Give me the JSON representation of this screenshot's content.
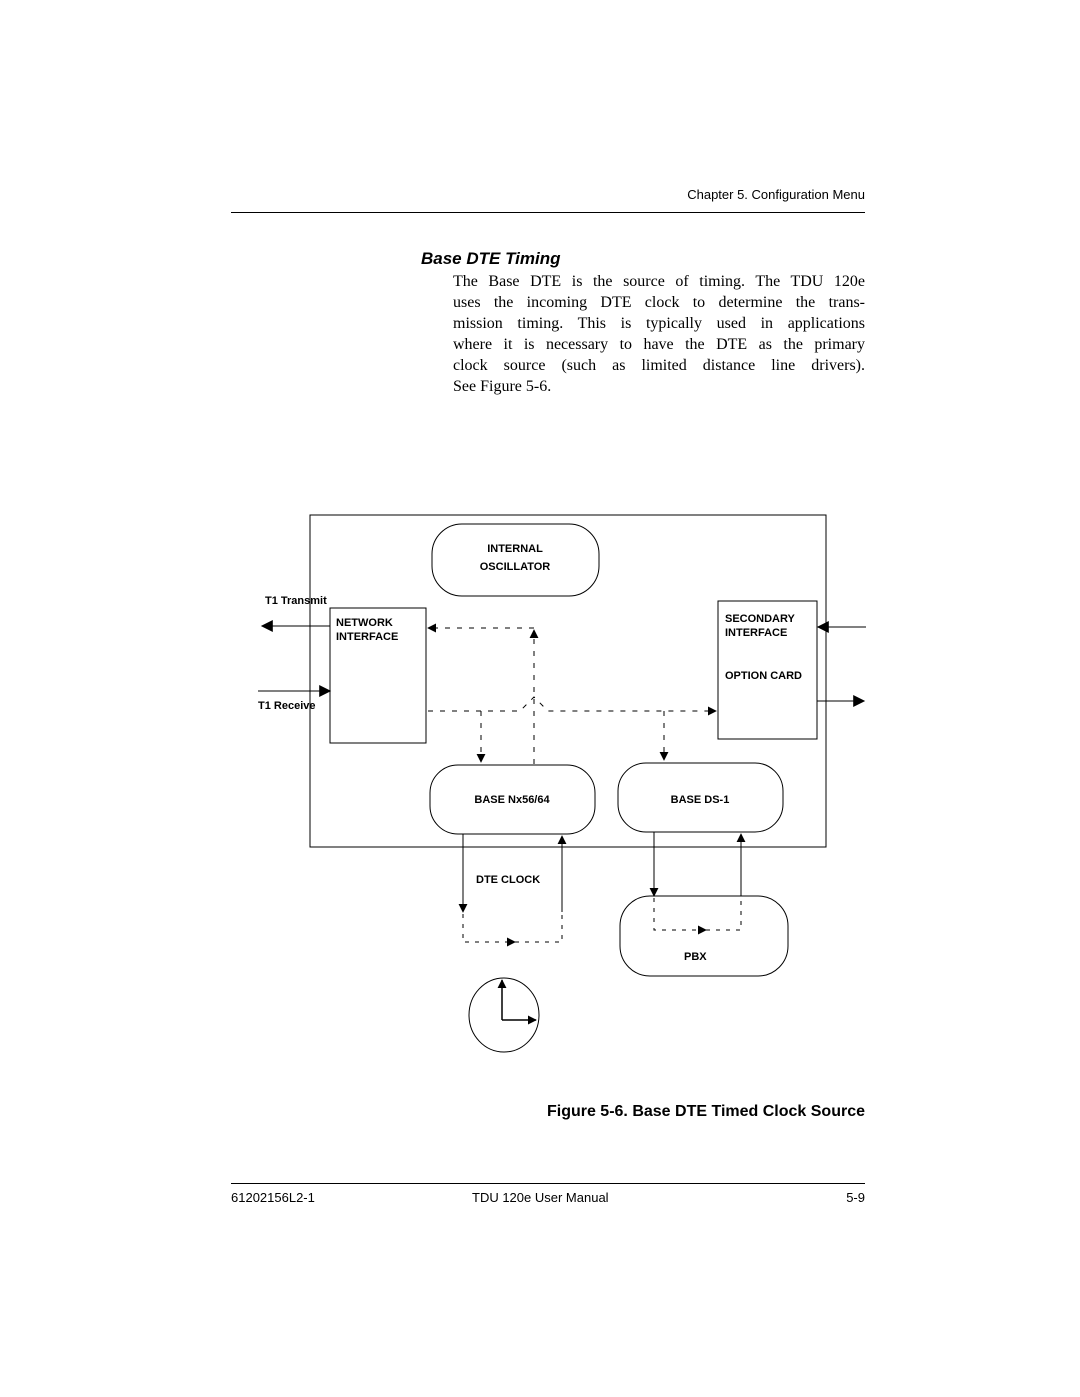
{
  "header": {
    "running_title": "Chapter 5.  Configuration Menu"
  },
  "section": {
    "title": "Base DTE Timing",
    "paragraph_lines": [
      "The Base DTE is the source of timing. The TDU 120e",
      "uses the incoming DTE clock to determine the trans-",
      "mission timing. This is typically used in applications",
      "where it is necessary to have the DTE as the primary",
      "clock source (such as limited distance line drivers).",
      "See Figure 5-6."
    ]
  },
  "diagram": {
    "internal_oscillator": [
      "INTERNAL",
      "OSCILLATOR"
    ],
    "network_interface": [
      "NETWORK",
      "INTERFACE"
    ],
    "secondary_interface": [
      "SECONDARY",
      "INTERFACE"
    ],
    "option_card": "OPTION CARD",
    "t1_transmit": "T1 Transmit",
    "t1_receive": "T1 Receive",
    "base_nx": "BASE Nx56/64",
    "base_ds1": "BASE DS-1",
    "dte_clock": "DTE CLOCK",
    "pbx": "PBX",
    "clock_icon": "clock-icon"
  },
  "figure": {
    "caption": "Figure 5-6.  Base DTE Timed Clock Source"
  },
  "footer": {
    "doc_number": "61202156L2-1",
    "manual_title": "TDU 120e  User Manual",
    "page_number": "5-9"
  }
}
